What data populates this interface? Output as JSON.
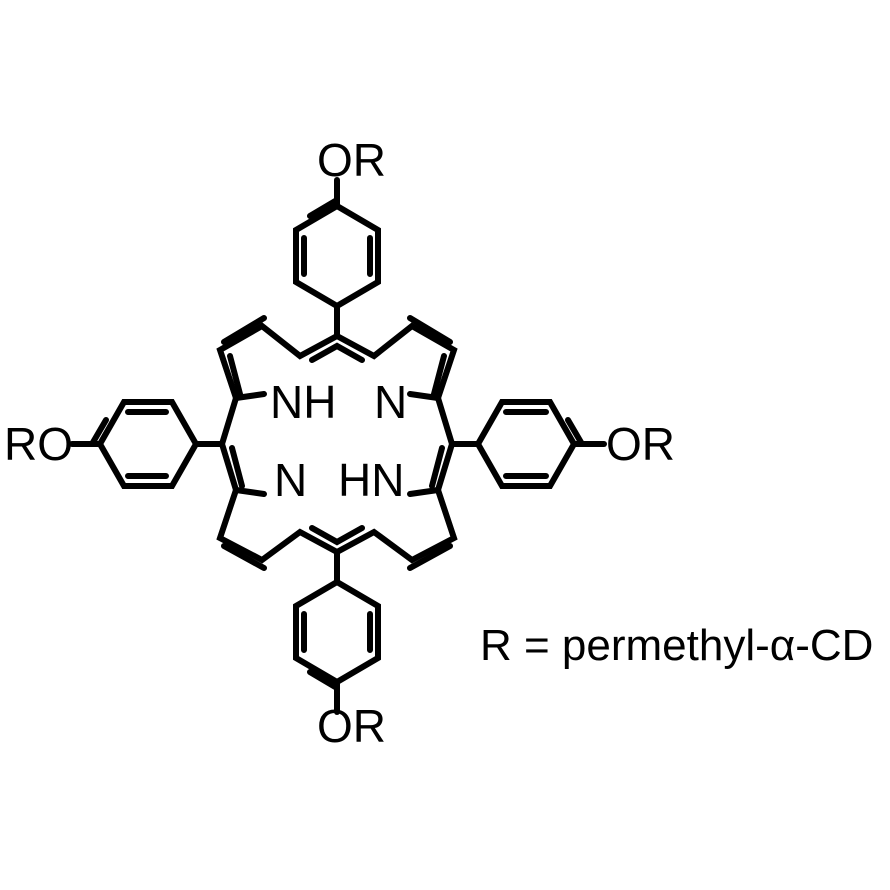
{
  "molecule": {
    "top_substituent": "OR",
    "bottom_substituent": "OR",
    "left_substituent": "RO",
    "right_substituent": "OR",
    "pyrrole_nh_1": "NH",
    "pyrrole_n_1": "N",
    "pyrrole_n_2": "N",
    "pyrrole_nh_2": "HN"
  },
  "legend": {
    "text": "R = permethyl-α-CD"
  },
  "colors": {
    "ink": "#000000",
    "background": "#ffffff"
  }
}
